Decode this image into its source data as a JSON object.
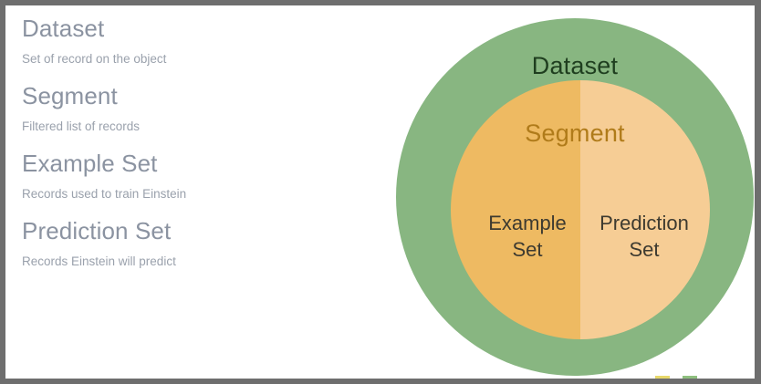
{
  "glossary": {
    "items": [
      {
        "term": "Dataset",
        "desc": "Set of record on the object"
      },
      {
        "term": "Segment",
        "desc": "Filtered list of records"
      },
      {
        "term": "Example Set",
        "desc": "Records used to train Einstein"
      },
      {
        "term": "Prediction Set",
        "desc": "Records Einstein will predict"
      }
    ]
  },
  "diagram": {
    "outer_label": "Dataset",
    "inner_label": "Segment",
    "left_half_label": "Example\nSet",
    "left_half_line1": "Example",
    "left_half_line2": "Set",
    "right_half_line1": "Prediction",
    "right_half_line2": "Set",
    "colors": {
      "outer_ring": "#88b681",
      "inner_left": "#eeba62",
      "inner_right": "#f6cd95",
      "outer_label_text": "#1f3e1f",
      "inner_label_text": "#b07b1a",
      "half_label_text": "#3d3a30"
    }
  },
  "frame": {
    "border_color": "#6e6e6e",
    "background": "#ffffff"
  },
  "legend": {
    "swatch_one_color": "#e8d86a",
    "swatch_two_color": "#8fc07f"
  }
}
